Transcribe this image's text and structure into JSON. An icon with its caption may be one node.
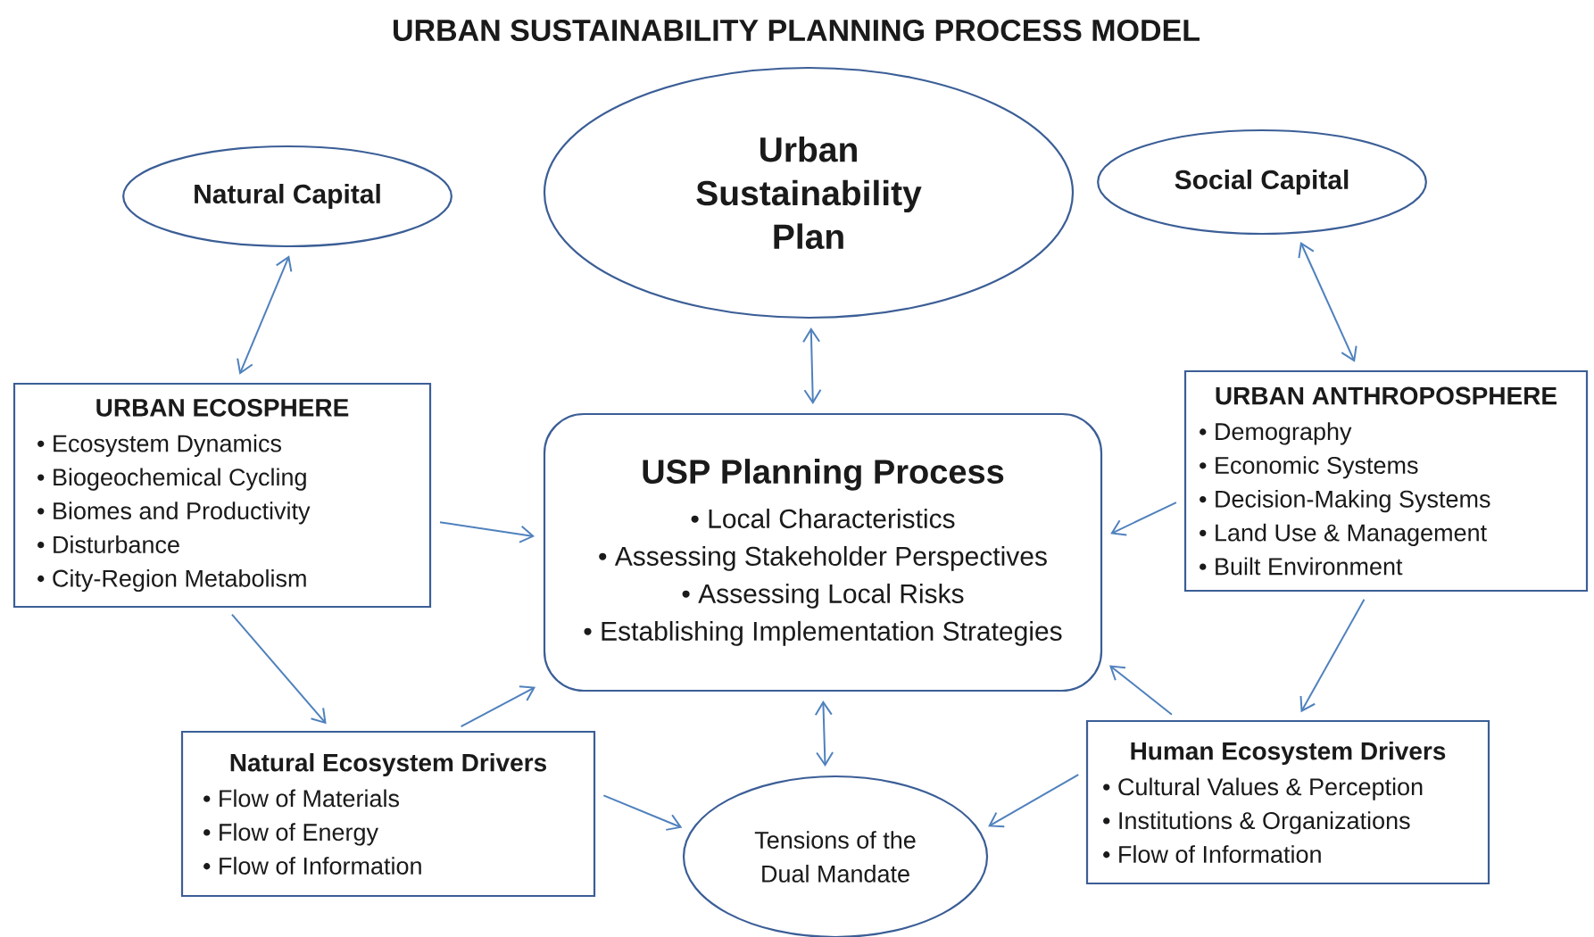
{
  "diagram": {
    "title": "URBAN SUSTAINABILITY PLANNING PROCESS MODEL",
    "nodes": [
      {
        "text": [
          "Natural Capital"
        ]
      },
      {
        "text": [
          "Urban Sustainability Plan"
        ]
      },
      {
        "text": [
          "Social Capital"
        ]
      },
      {
        "text": [
          "URBAN ECOSPHERE",
          "• Ecosystem Dynamics",
          "• Biogeochemical Cycling",
          "• Biomes and Productivity",
          "• Disturbance",
          "• City-Region Metabolism"
        ]
      },
      {
        "text": [
          "USP Planning Process",
          "• Local Characteristics",
          "• Assessing Stakeholder Perspectives",
          "• Assessing Local Risks",
          "• Establishing Implementation Strategies"
        ]
      },
      {
        "text": [
          "URBAN ANTHROPOSPHERE",
          "• Demography",
          "• Economic Systems",
          "• Decision-Making Systems",
          "• Land Use & Management",
          "• Built Environment"
        ]
      },
      {
        "text": [
          "Natural Ecosystem Drivers",
          "• Flow of Materials",
          "• Flow of Energy",
          "• Flow of Information"
        ]
      },
      {
        "text": [
          "Human Ecosystem Drivers",
          "• Cultural Values & Perception",
          "• Institutions & Organizations",
          "• Flow of Information"
        ]
      },
      {
        "text": [
          "Tensions of the Dual Mandate"
        ]
      }
    ],
    "edges": [
      {
        "from": 0,
        "to": 3,
        "arrow": "both"
      },
      {
        "from": 1,
        "to": 4,
        "arrow": "both"
      },
      {
        "from": 2,
        "to": 5,
        "arrow": "both"
      },
      {
        "from": 3,
        "to": 4,
        "arrow": "to"
      },
      {
        "from": 5,
        "to": 4,
        "arrow": "to"
      },
      {
        "from": 3,
        "to": 6,
        "arrow": "to"
      },
      {
        "from": 6,
        "to": 4,
        "arrow": "to"
      },
      {
        "from": 7,
        "to": 4,
        "arrow": "to"
      },
      {
        "from": 5,
        "to": 7,
        "arrow": "to"
      },
      {
        "from": 4,
        "to": 8,
        "arrow": "both"
      },
      {
        "from": 6,
        "to": 8,
        "arrow": "to"
      },
      {
        "from": 7,
        "to": 8,
        "arrow": "to"
      }
    ]
  }
}
